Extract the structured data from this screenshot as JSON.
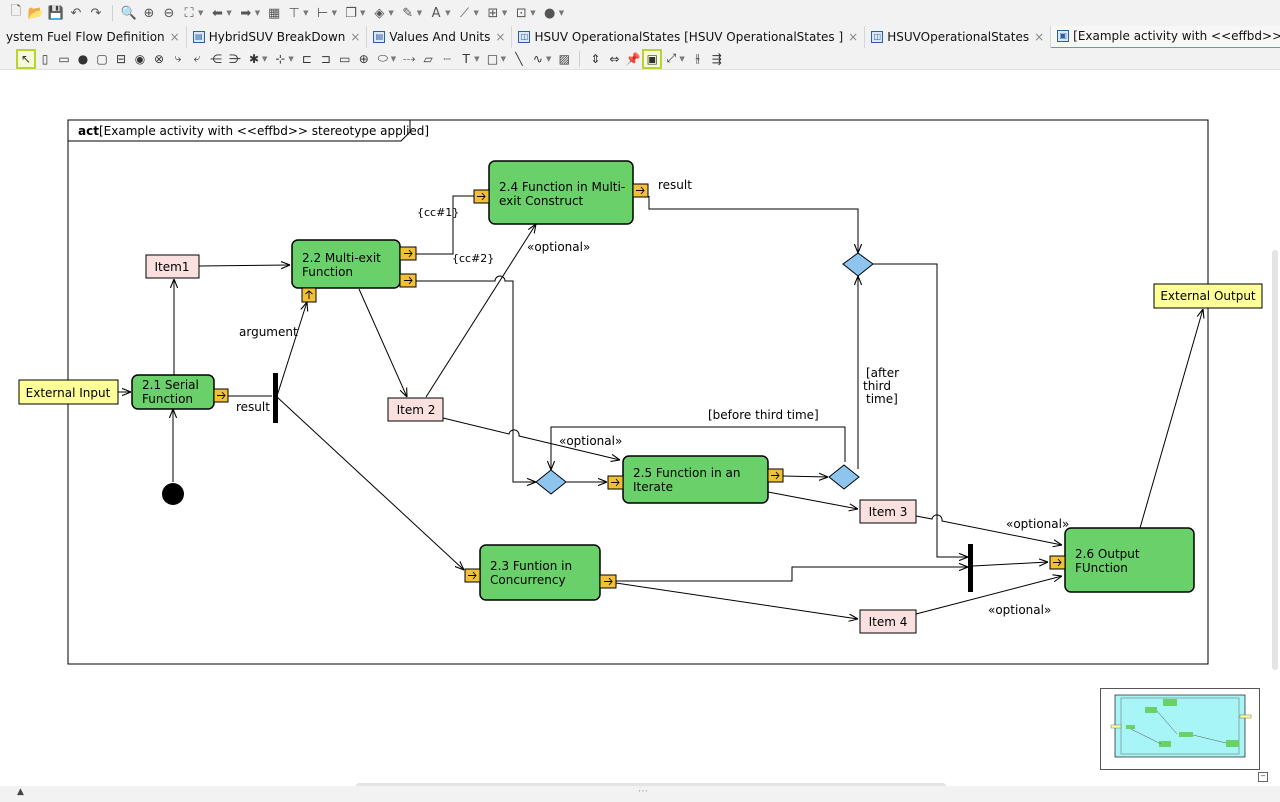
{
  "tabs": [
    {
      "label": "ystem Fuel Flow Definition",
      "icon": "block-definition-diagram-icon"
    },
    {
      "label": "HybridSUV BreakDown",
      "icon": "block-definition-diagram-icon"
    },
    {
      "label": "Values And Units",
      "icon": "block-definition-diagram-icon"
    },
    {
      "label": "HSUV OperationalStates [HSUV OperationalStates ]",
      "icon": "state-machine-diagram-icon"
    },
    {
      "label": "HSUVOperationalStates",
      "icon": "state-machine-diagram-icon"
    },
    {
      "label": "[Example activity with <<effbd>> stereotype applied]",
      "icon": "activity-diagram-icon",
      "active": true
    }
  ],
  "frame": {
    "kind": "act",
    "title": "[Example activity with <<effbd>> stereotype applied]"
  },
  "actions": {
    "a21": "2.1 Serial Function",
    "a22": "2.2 Multi-exit Function",
    "a23": "2.3 Funtion in Concurrency",
    "a24": "2.4 Function in Multi-exit Construct",
    "a25": "2.5 Function in an Iterate",
    "a26": "2.6 Output FUnction"
  },
  "objects": {
    "item1": "Item1",
    "item2": "Item 2",
    "item3": "Item 3",
    "item4": "Item 4",
    "external_input": "External Input",
    "external_output": "External Output"
  },
  "labels": {
    "result_a21": "result",
    "argument": "argument",
    "result_a24": "result",
    "cc1": "{cc#1}",
    "cc2": "{cc#2}",
    "optional1": "«optional»",
    "optional2": "«optional»",
    "optional3": "«optional»",
    "optional4": "«optional»",
    "before_third": "[before third time]",
    "after1": "[after",
    "after2": "third",
    "after3": "time]"
  },
  "colors": {
    "action_fill": "#6ad06a",
    "item_fill": "#fbe0e0",
    "external_fill": "#ffff99",
    "pin_fill": "#f2c037",
    "decision_fill": "#8ec5ee",
    "overview_fill": "#a7f5f7"
  }
}
